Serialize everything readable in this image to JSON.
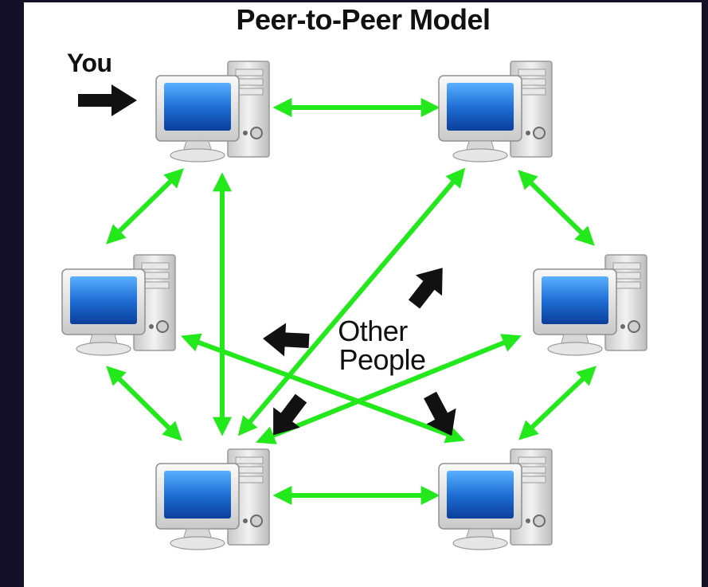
{
  "title": "Peer-to-Peer Model",
  "you_label": "You",
  "center_label_line1": "Other",
  "center_label_line2": "People",
  "colors": {
    "background": "#14102a",
    "panel": "#ffffff",
    "connection": "#22e81c",
    "pointer": "#111111",
    "screen": "#1f6fd6"
  },
  "peers": [
    {
      "id": "you",
      "name": "computer-you"
    },
    {
      "id": "top-right",
      "name": "computer-top-right"
    },
    {
      "id": "middle-left",
      "name": "computer-middle-left"
    },
    {
      "id": "middle-right",
      "name": "computer-middle-right"
    },
    {
      "id": "bottom-left",
      "name": "computer-bottom-left"
    },
    {
      "id": "bottom-right",
      "name": "computer-bottom-right"
    }
  ],
  "connections": [
    [
      "you",
      "top-right"
    ],
    [
      "you",
      "middle-left"
    ],
    [
      "you",
      "bottom-left"
    ],
    [
      "top-right",
      "middle-right"
    ],
    [
      "top-right",
      "bottom-left"
    ],
    [
      "middle-left",
      "bottom-left"
    ],
    [
      "middle-left",
      "bottom-right"
    ],
    [
      "middle-right",
      "bottom-left"
    ],
    [
      "middle-right",
      "bottom-right"
    ],
    [
      "bottom-left",
      "bottom-right"
    ]
  ]
}
